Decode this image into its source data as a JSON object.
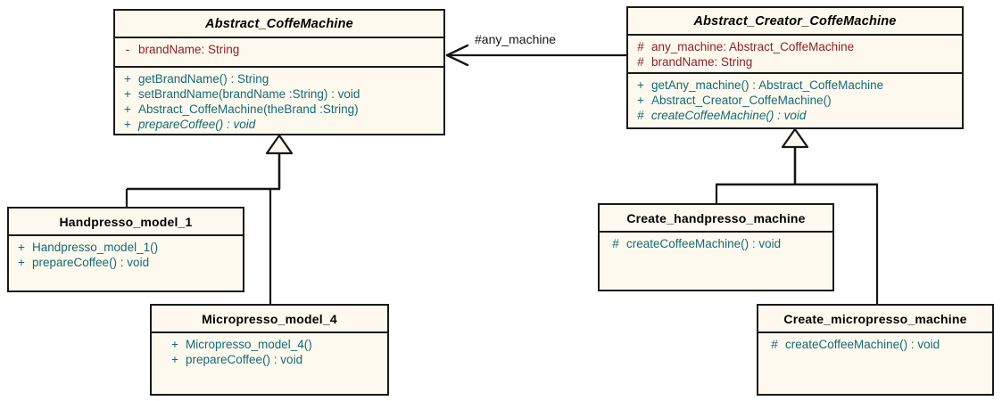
{
  "diagram": {
    "title": "Abstract Factory / Factory Method UML class diagram",
    "colors": {
      "class_fill": "#fdf9ee",
      "border": "#1a1a18",
      "attribute_text": "#8d2127",
      "operation_text": "#156b72",
      "title_text": "#000000",
      "background": "#ffffff"
    }
  },
  "classes": {
    "abstract_coffemachine": {
      "name": "Abstract_CoffeMachine",
      "abstract": true,
      "attributes": [
        {
          "visibility": "-",
          "signature": "brandName:  String"
        }
      ],
      "operations": [
        {
          "visibility": "+",
          "signature": "getBrandName() : String",
          "abstract": false
        },
        {
          "visibility": "+",
          "signature": "setBrandName(brandName :String) : void",
          "abstract": false
        },
        {
          "visibility": "+",
          "signature": "Abstract_CoffeMachine(theBrand :String)",
          "abstract": false
        },
        {
          "visibility": "+",
          "signature": "prepareCoffee() : void",
          "abstract": true
        }
      ]
    },
    "abstract_creator_coffemachine": {
      "name": "Abstract_Creator_CoffeMachine",
      "abstract": true,
      "attributes": [
        {
          "visibility": "#",
          "signature": "any_machine:  Abstract_CoffeMachine"
        },
        {
          "visibility": "#",
          "signature": "brandName:  String"
        }
      ],
      "operations": [
        {
          "visibility": "+",
          "signature": "getAny_machine() : Abstract_CoffeMachine",
          "abstract": false
        },
        {
          "visibility": "+",
          "signature": "Abstract_Creator_CoffeMachine()",
          "abstract": false
        },
        {
          "visibility": "#",
          "signature": "createCoffeeMachine() : void",
          "abstract": true
        }
      ]
    },
    "handpresso_model_1": {
      "name": "Handpresso_model_1",
      "abstract": false,
      "attributes": [],
      "operations": [
        {
          "visibility": "+",
          "signature": "Handpresso_model_1()",
          "abstract": false
        },
        {
          "visibility": "+",
          "signature": "prepareCoffee() : void",
          "abstract": false
        }
      ]
    },
    "micropresso_model_4": {
      "name": "Micropresso_model_4",
      "abstract": false,
      "attributes": [],
      "operations": [
        {
          "visibility": "+",
          "signature": "Micropresso_model_4()",
          "abstract": false
        },
        {
          "visibility": "+",
          "signature": "prepareCoffee() : void",
          "abstract": false
        }
      ]
    },
    "create_handpresso_machine": {
      "name": "Create_handpresso_machine",
      "abstract": false,
      "attributes": [],
      "operations": [
        {
          "visibility": "#",
          "signature": "createCoffeeMachine() : void",
          "abstract": false
        }
      ]
    },
    "create_micropresso_machine": {
      "name": "Create_micropresso_machine",
      "abstract": false,
      "attributes": [],
      "operations": [
        {
          "visibility": "#",
          "signature": "createCoffeeMachine() : void",
          "abstract": false
        }
      ]
    }
  },
  "relationships": {
    "association": {
      "label": "#any_machine",
      "from": "Abstract_Creator_CoffeMachine",
      "to": "Abstract_CoffeMachine",
      "arrow": "open-arrow-left"
    },
    "generalizations": [
      {
        "child": "Handpresso_model_1",
        "parent": "Abstract_CoffeMachine"
      },
      {
        "child": "Micropresso_model_4",
        "parent": "Abstract_CoffeMachine"
      },
      {
        "child": "Create_handpresso_machine",
        "parent": "Abstract_Creator_CoffeMachine"
      },
      {
        "child": "Create_micropresso_machine",
        "parent": "Abstract_Creator_CoffeMachine"
      }
    ]
  }
}
